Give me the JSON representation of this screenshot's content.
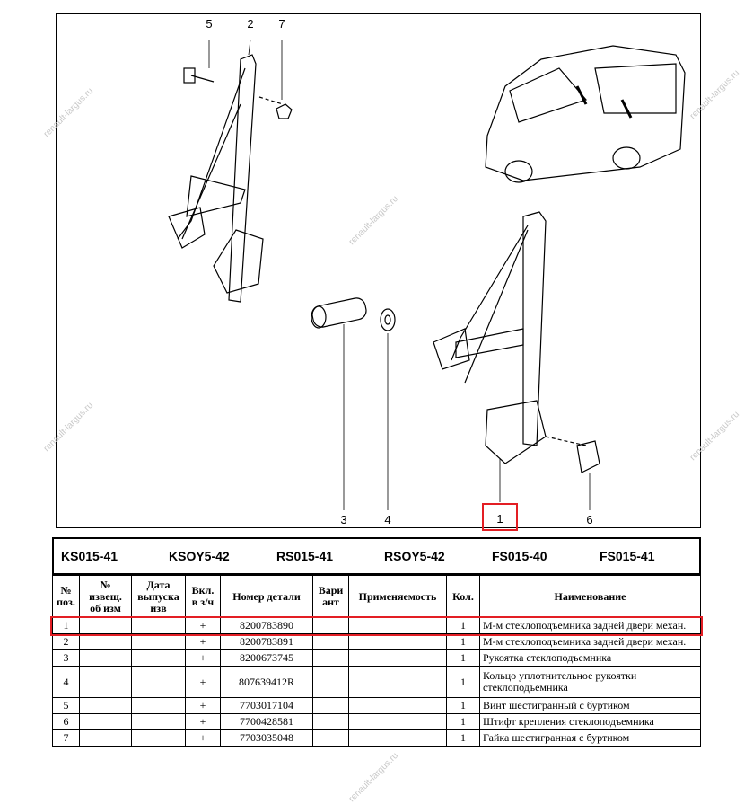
{
  "watermark": "renault-largus.ru",
  "accent_color": "#e31e24",
  "diagram": {
    "callouts": [
      "5",
      "2",
      "7",
      "3",
      "4",
      "1",
      "6"
    ],
    "highlighted_callout": "1"
  },
  "codes": [
    "KS015-41",
    "KSOY5-42",
    "RS015-41",
    "RSOY5-42",
    "FS015-40",
    "FS015-41"
  ],
  "table": {
    "headers": [
      "№ поз.",
      "№ извещ. об изм",
      "Дата выпуска изв",
      "Вкл. в з/ч",
      "Номер детали",
      "Вари ант",
      "Применяемость",
      "Кол.",
      "Наименование"
    ],
    "rows": [
      {
        "pos": "1",
        "notice": "",
        "date": "",
        "incl": "+",
        "part": "8200783890",
        "variant": "",
        "applic": "",
        "qty": "1",
        "name": "М-м стеклоподъемника задней двери механ."
      },
      {
        "pos": "2",
        "notice": "",
        "date": "",
        "incl": "+",
        "part": "8200783891",
        "variant": "",
        "applic": "",
        "qty": "1",
        "name": "М-м стеклоподъемника задней двери механ."
      },
      {
        "pos": "3",
        "notice": "",
        "date": "",
        "incl": "+",
        "part": "8200673745",
        "variant": "",
        "applic": "",
        "qty": "1",
        "name": "Рукоятка стеклоподъемника"
      },
      {
        "pos": "4",
        "notice": "",
        "date": "",
        "incl": "+",
        "part": "807639412R",
        "variant": "",
        "applic": "",
        "qty": "1",
        "name": "Кольцо уплотнительное рукоятки стеклоподъемника"
      },
      {
        "pos": "5",
        "notice": "",
        "date": "",
        "incl": "+",
        "part": "7703017104",
        "variant": "",
        "applic": "",
        "qty": "1",
        "name": "Винт шестигранный с буртиком"
      },
      {
        "pos": "6",
        "notice": "",
        "date": "",
        "incl": "+",
        "part": "7700428581",
        "variant": "",
        "applic": "",
        "qty": "1",
        "name": "Штифт крепления стеклоподъемника"
      },
      {
        "pos": "7",
        "notice": "",
        "date": "",
        "incl": "+",
        "part": "7703035048",
        "variant": "",
        "applic": "",
        "qty": "1",
        "name": "Гайка шестигранная с буртиком"
      }
    ]
  }
}
